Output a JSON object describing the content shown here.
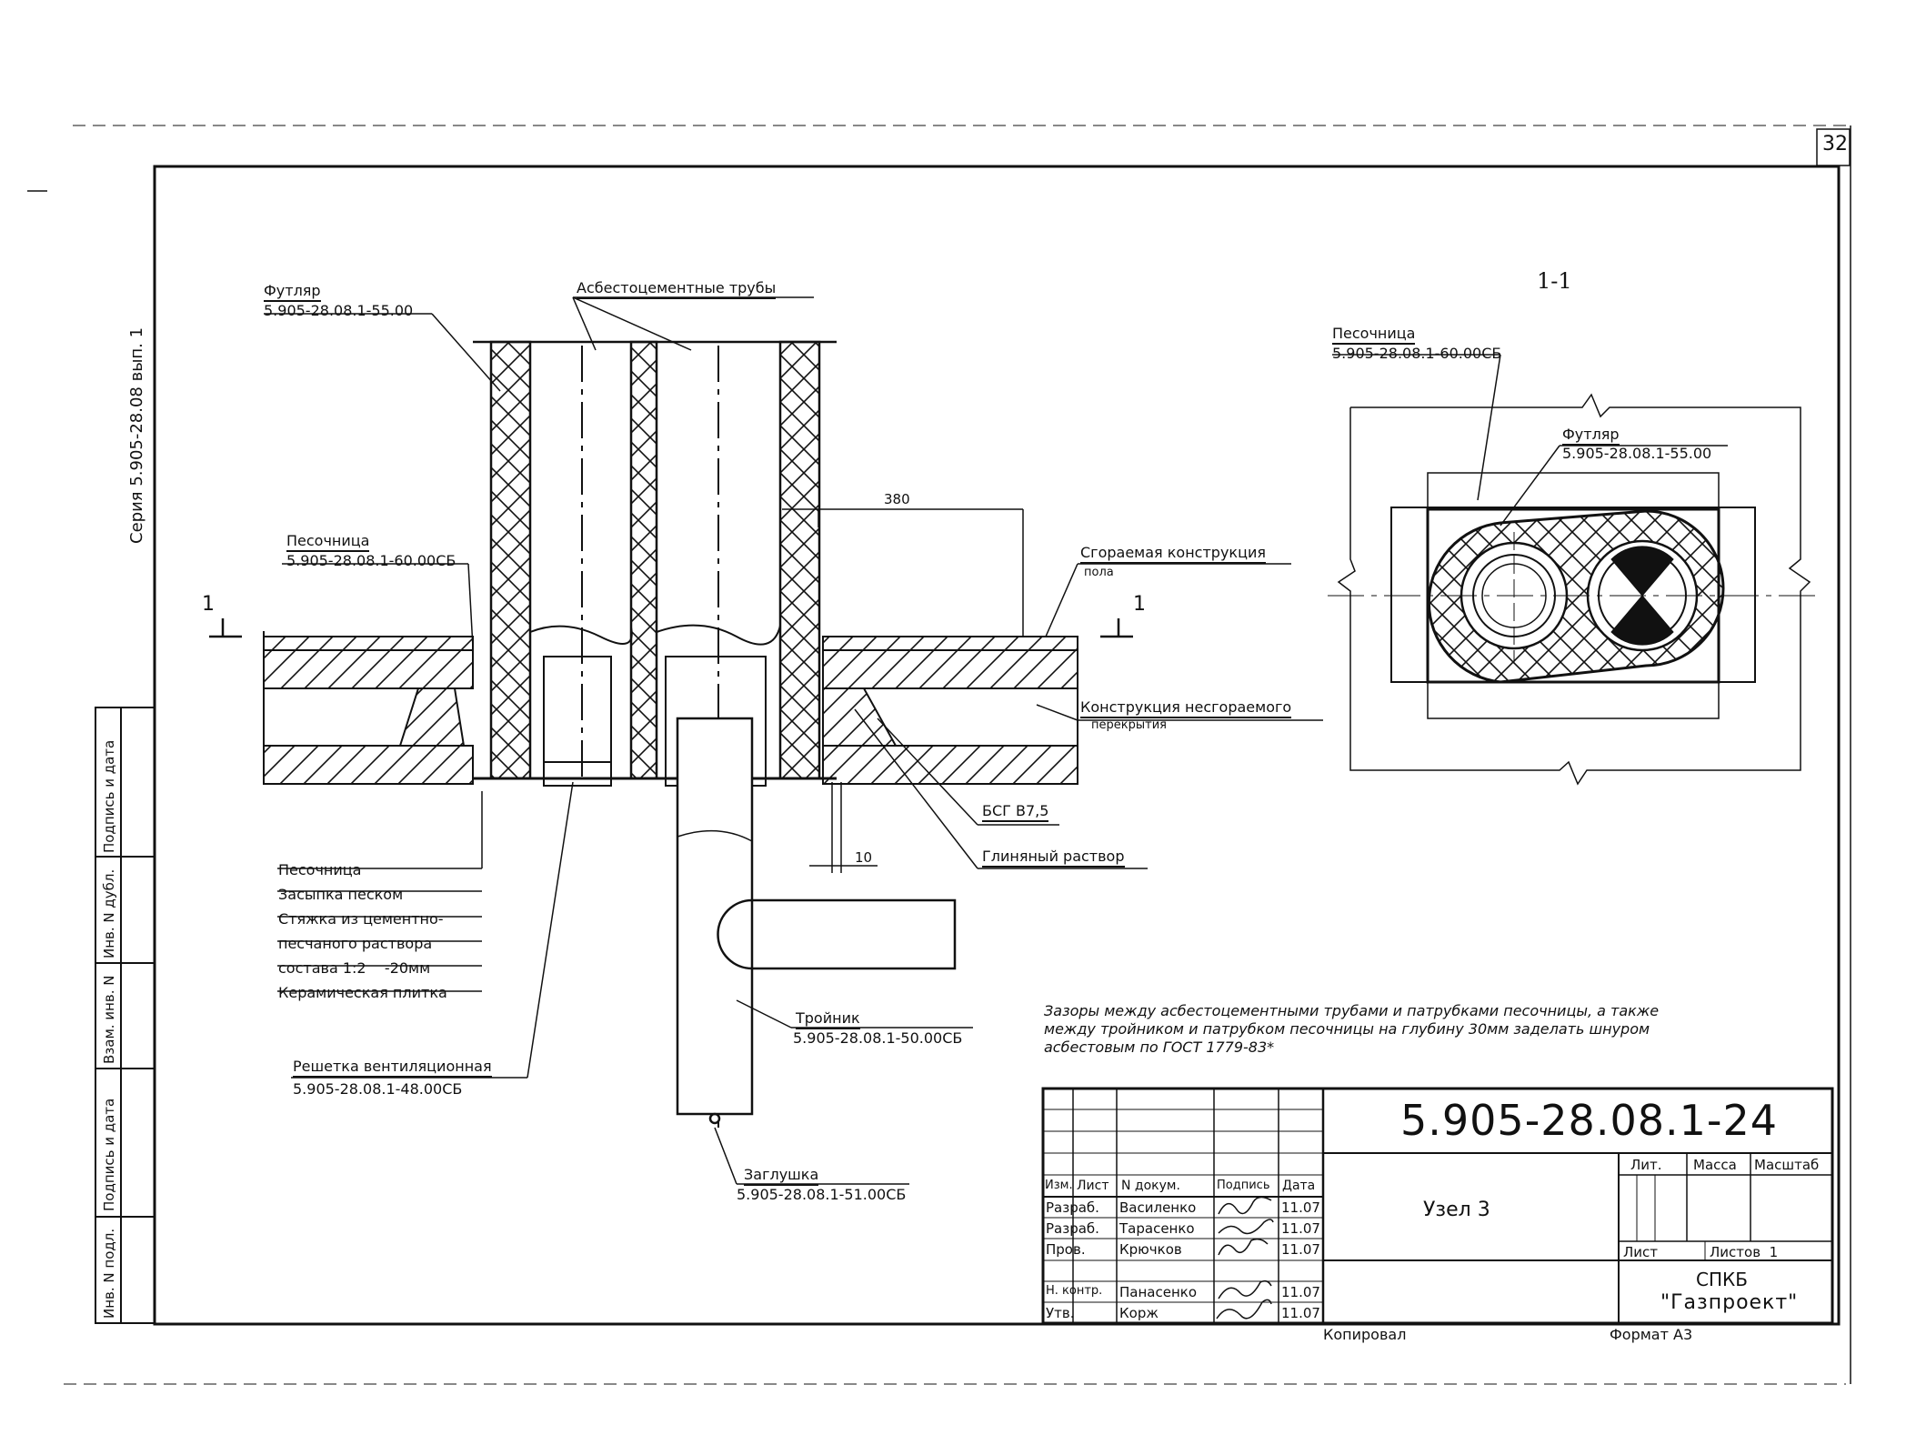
{
  "sheet_number": "32",
  "series_stamp": "Серия 5.905-28.08 вып. 1",
  "section_mark": "1-1",
  "cut_marker": "1",
  "callouts": {
    "futlyar": {
      "name": "Футляр",
      "code": "5.905-28.08.1-55.00"
    },
    "asbestos_pipes": "Асбестоцементные трубы",
    "pesochnitsa_top": {
      "name": "Песочница",
      "code": "5.905-28.08.1-60.00СБ"
    },
    "combustible": {
      "name": "Сгораемая конструкция",
      "sub": "пола"
    },
    "noncombustible": {
      "name": "Конструкция несгораемого",
      "sub": "перекрытия"
    },
    "bsg": "БСГ В7,5",
    "clay": "Глиняный раствор",
    "tee": {
      "name": "Тройник",
      "code": "5.905-28.08.1-50.00СБ"
    },
    "grille": {
      "name": "Решетка вентиляционная",
      "code": "5.905-28.08.1-48.00СБ"
    },
    "plug": {
      "name": "Заглушка",
      "code": "5.905-28.08.1-51.00СБ"
    },
    "section_pesochnitsa": {
      "name": "Песочница",
      "code": "5.905-28.08.1-60.00СБ"
    },
    "section_futlyar": {
      "name": "Футляр",
      "code": "5.905-28.08.1-55.00"
    }
  },
  "dimensions": {
    "d380": "380",
    "d10": "10"
  },
  "layers": [
    "Песочница",
    "Засыпка песком",
    "Стяжка из цементно-",
    "песчаного раствора",
    "состава 1:2    -20мм",
    "Керамическая плитка"
  ],
  "note": [
    "Зазоры между асбестоцементными трубами и патрубками песочницы, а также",
    "между тройником и патрубком песочницы на глубину 30мм заделать шнуром",
    "асбестовым по ГОСТ 1779-83*"
  ],
  "stamp_side": [
    "Инв. N подл.",
    "Подпись и дата",
    "Взам. инв. N",
    "Инв. N дубл.",
    "Подпись и дата"
  ],
  "title_block": {
    "designation": "5.905-28.08.1-24",
    "name": "Узел 3",
    "headers": [
      "Изм.",
      "Лист",
      "N докум.",
      "Подпись",
      "Дата"
    ],
    "rows": [
      {
        "role": "Разраб.",
        "name": "Василенко",
        "date": "11.07"
      },
      {
        "role": "Разраб.",
        "name": "Тарасенко",
        "date": "11.07"
      },
      {
        "role": "Пров.",
        "name": "Крючков",
        "date": "11.07"
      },
      {
        "role": "Н. контр.",
        "name": "Панасенко",
        "date": "11.07"
      },
      {
        "role": "Утв.",
        "name": "Корж",
        "date": "11.07"
      }
    ],
    "lit": "Лит.",
    "mass": "Масса",
    "scale": "Масштаб",
    "list": "Лист",
    "listov": "Листов  1",
    "org1": "СПКБ",
    "org2": "\"Газпроект\""
  },
  "copied": "Копировал",
  "format": "Формат А3"
}
